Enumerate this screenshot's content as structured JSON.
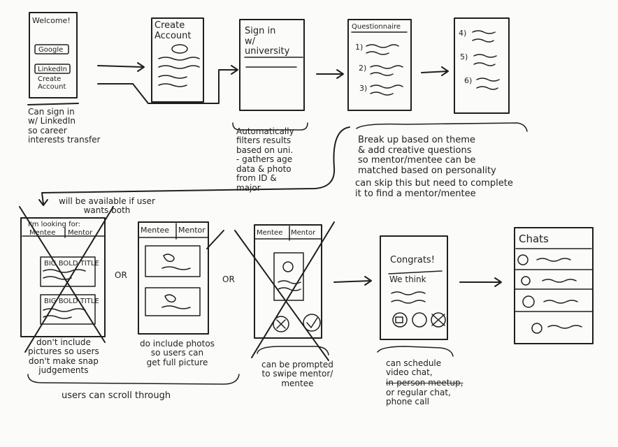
{
  "screens": {
    "welcome": {
      "title": "Welcome!",
      "google": "Google",
      "linkedin": "LinkedIn",
      "create": "Create\nAccount"
    },
    "create_account": {
      "title": "Create\nAccount"
    },
    "sign_in": {
      "title": "Sign in\nw/\nuniversity"
    },
    "questionnaire": {
      "title": "Questionnaire",
      "q1": "1)",
      "q2": "2)",
      "q3": "3)"
    },
    "questions_cont": {
      "q4": "4)",
      "q5": "5)",
      "q6": "6)"
    },
    "looking_for": {
      "header": "I'm looking for:",
      "tab_mentee": "Mentee",
      "tab_mentor": "Mentor",
      "card_title_1": "BIG BOLD TITLE",
      "card_title_2": "BIG BOLD TITLE"
    },
    "photos": {
      "tab_mentee": "Mentee",
      "tab_mentor": "Mentor"
    },
    "swipe": {
      "tab_mentee": "Mentee",
      "tab_mentor": "Mentor"
    },
    "congrats": {
      "title": "Congrats!",
      "subtitle": "We think"
    },
    "chats": {
      "title": "Chats"
    }
  },
  "notes": {
    "linkedin": "Can sign in\nw/ LinkedIn\nso career\ninterests transfer",
    "university": "Automatically\nfilters results\nbased on uni.\n- gathers age\ndata & photo\nfrom ID &\nmajor",
    "questionnaire_1": "Break up based on theme\n& add creative questions\nso mentor/mentee can be\nmatched based on personality",
    "questionnaire_2": "can skip this but need to complete\nit to find a mentor/mentee",
    "both": "will be available if user\nwants both",
    "no_pictures": "don't include\npictures so users\ndon't make snap\njudgements",
    "include_photos": "do include photos\nso users can\nget full picture",
    "scroll": "users can scroll through",
    "swipe": "can be prompted\nto swipe mentor/\nmentee",
    "schedule": "can schedule\nvideo chat,",
    "schedule_strike": "in-person meetup,",
    "schedule_end": "or regular chat,\nphone call",
    "or_1": "OR",
    "or_2": "OR"
  }
}
